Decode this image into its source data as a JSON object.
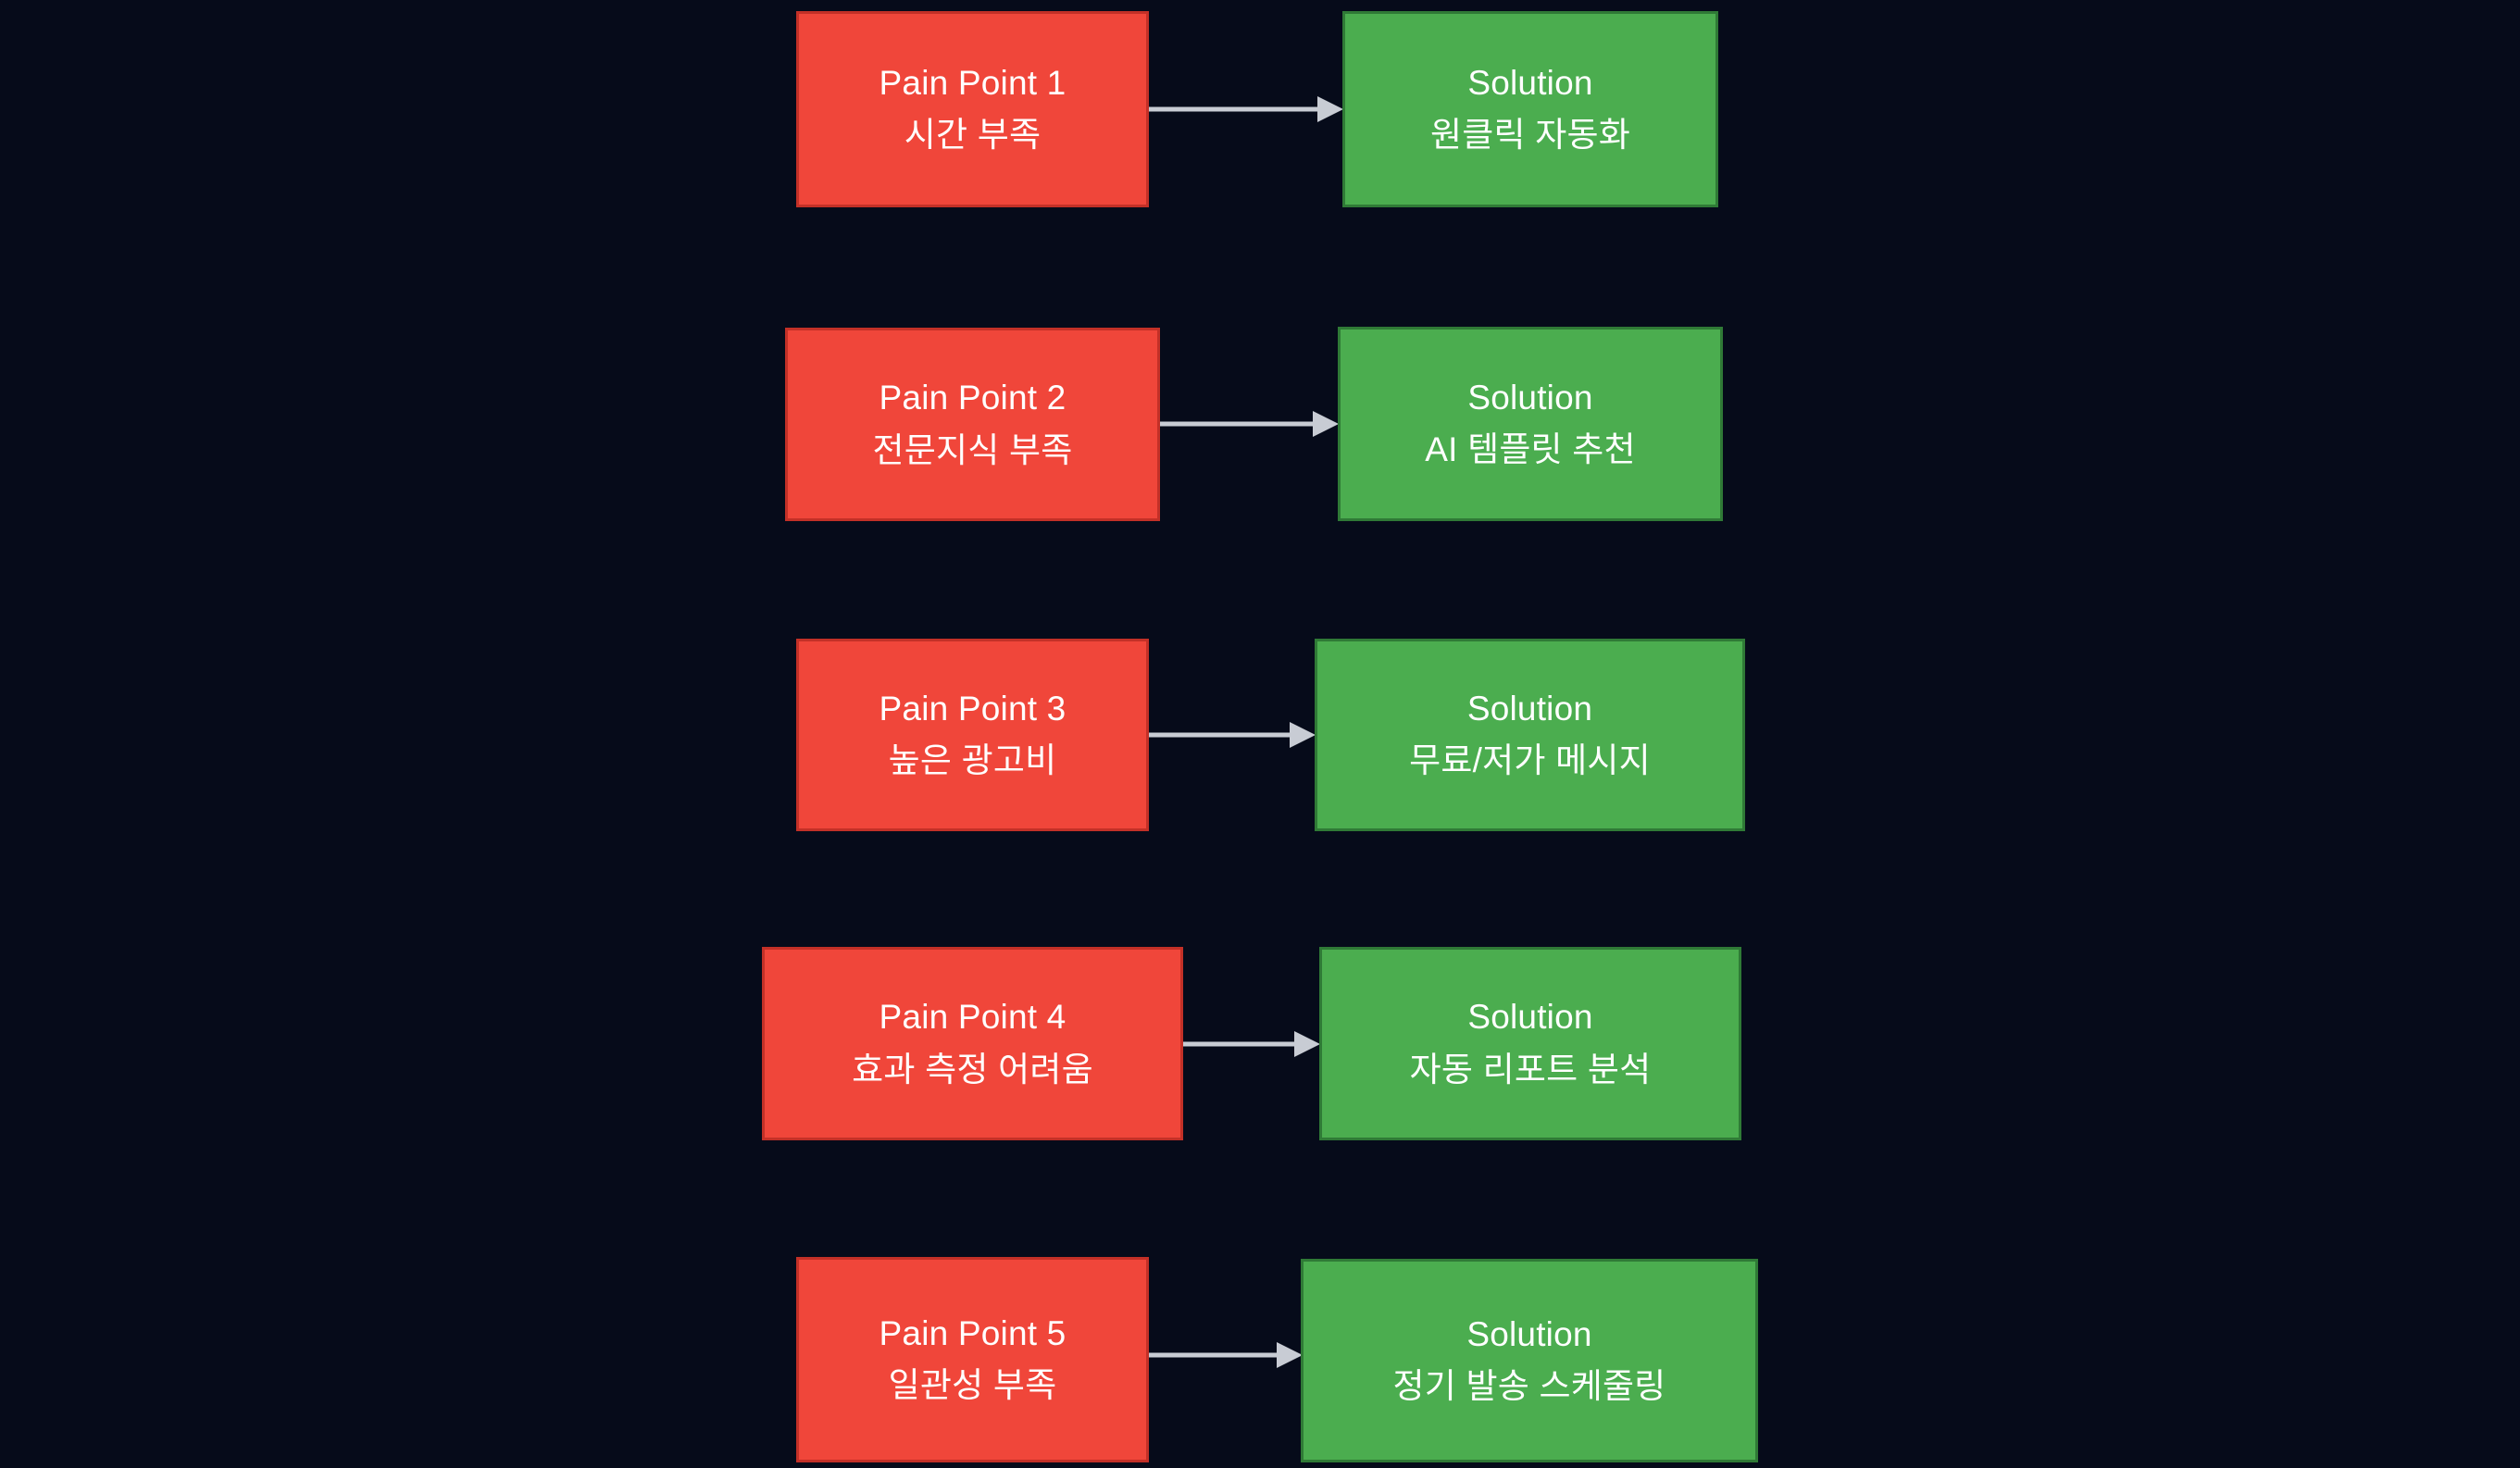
{
  "diagram": {
    "type": "flowchart",
    "orientation": "left-to-right",
    "background_color": "#060b1a",
    "pain_color": "#f0463a",
    "pain_border_color": "#c33027",
    "solution_color": "#4bad4f",
    "solution_border_color": "#2f7a36",
    "arrow_color": "#c8ccd4",
    "text_color": "#ffffff",
    "rows": [
      {
        "id": "row-1",
        "pain": {
          "title": "Pain Point 1",
          "detail": "시간 부족"
        },
        "solution": {
          "title": "Solution",
          "detail": "원클릭 자동화"
        },
        "arrow": "arrow-right"
      },
      {
        "id": "row-2",
        "pain": {
          "title": "Pain Point 2",
          "detail": "전문지식 부족"
        },
        "solution": {
          "title": "Solution",
          "detail": "AI 템플릿 추천"
        },
        "arrow": "arrow-right"
      },
      {
        "id": "row-3",
        "pain": {
          "title": "Pain Point 3",
          "detail": "높은 광고비"
        },
        "solution": {
          "title": "Solution",
          "detail": "무료/저가 메시지"
        },
        "arrow": "arrow-right"
      },
      {
        "id": "row-4",
        "pain": {
          "title": "Pain Point 4",
          "detail": "효과 측정 어려움"
        },
        "solution": {
          "title": "Solution",
          "detail": "자동 리포트 분석"
        },
        "arrow": "arrow-right"
      },
      {
        "id": "row-5",
        "pain": {
          "title": "Pain Point 5",
          "detail": "일관성 부족"
        },
        "solution": {
          "title": "Solution",
          "detail": "정기 발송 스케줄링"
        },
        "arrow": "arrow-right"
      }
    ]
  }
}
